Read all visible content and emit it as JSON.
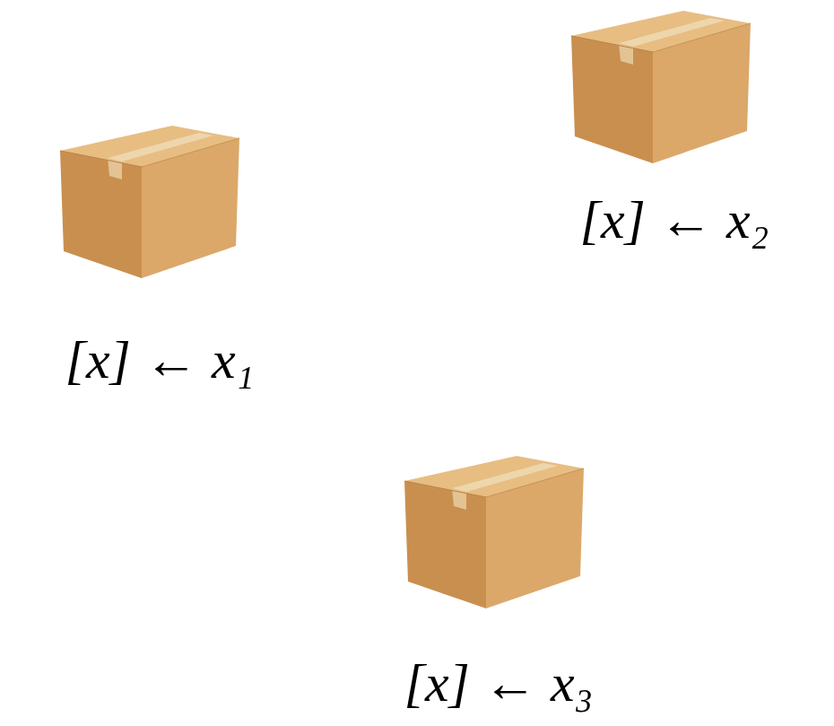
{
  "diagram": {
    "labels": [
      "[x] ← x₂",
      "[x] ← x₁",
      "[x] ← x₃"
    ]
  }
}
